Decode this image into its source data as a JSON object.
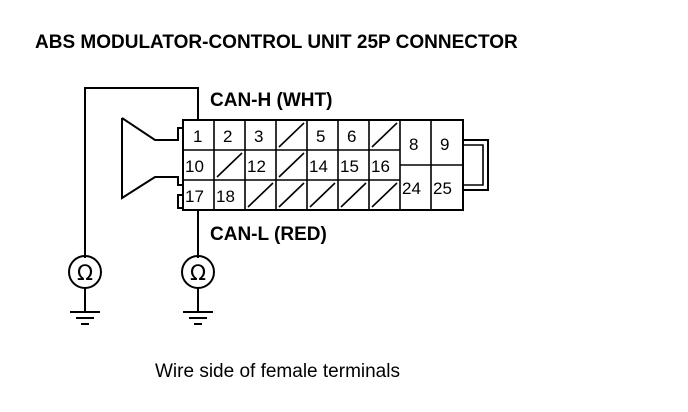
{
  "title": "ABS MODULATOR-CONTROL UNIT 25P CONNECTOR",
  "wires": {
    "can_h": "CAN-H (WHT)",
    "can_l": "CAN-L (RED)"
  },
  "meter_symbol": "Ω",
  "caption": "Wire side of female terminals",
  "pins": {
    "p1": "1",
    "p2": "2",
    "p3": "3",
    "p5": "5",
    "p6": "6",
    "p8": "8",
    "p9": "9",
    "p10": "10",
    "p12": "12",
    "p14": "14",
    "p15": "15",
    "p16": "16",
    "p17": "17",
    "p18": "18",
    "p24": "24",
    "p25": "25"
  }
}
